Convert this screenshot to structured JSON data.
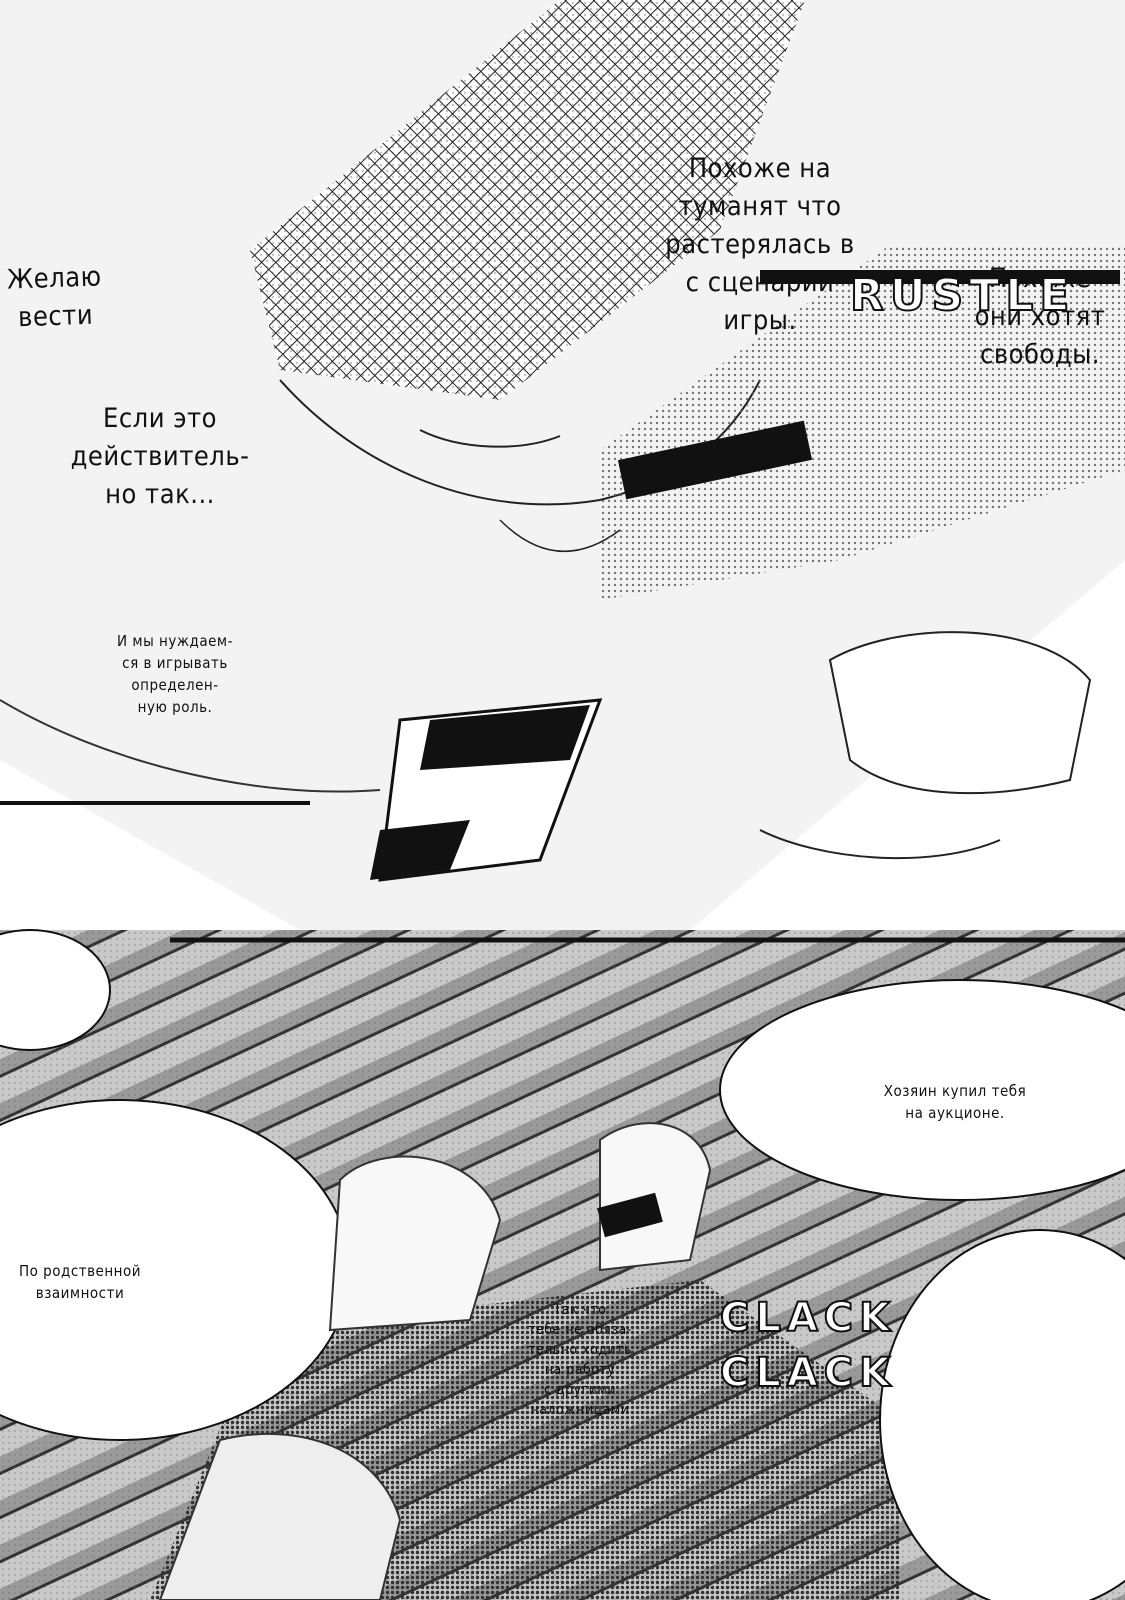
{
  "captions": {
    "top_left": "Желаю\nвести",
    "mid_left": "Если это\nдействитель-\nно так...",
    "small_left": "И мы нуждаем-\nся в игрывать\nопределен-\nную роль.",
    "top_right": "Похоже на\nтуманят что\nрастерялась в\nс сценарии\nигры.",
    "far_right": "Похоже\nони хотят\nсвободы.",
    "mid_right": "Хозяин купил тебя\nна аукционе.",
    "bottom_left": "По родственной\nвзаимности",
    "bottom_center": "Так что\nтебе не обяза-\nтельно ходить\nна работу\nс другими\nналожницами"
  },
  "sfx": {
    "top": "RUSTLE",
    "bottom_a": "CLACK",
    "bottom_b": "CLACK"
  },
  "colors": {
    "ink": "#111111",
    "paper": "#ffffff",
    "screentone_light": "#e6e6e6",
    "screentone_mid": "#bdbdbd",
    "screentone_dark": "#6a6a6a"
  }
}
